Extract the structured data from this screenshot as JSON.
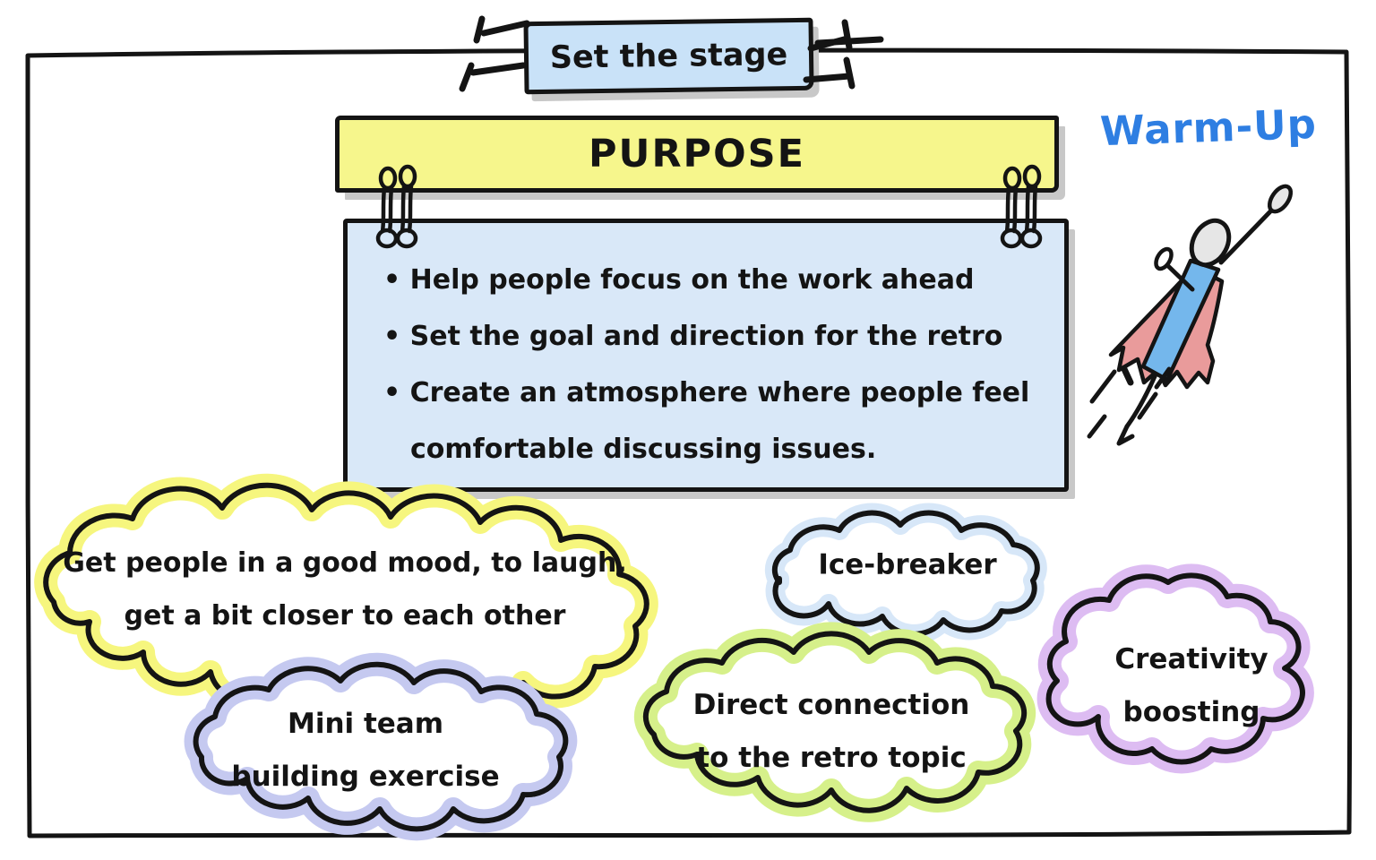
{
  "colors": {
    "outline": "#141414",
    "shadow": "#c8c8c8",
    "stage_banner_bg": "#c9e2f8",
    "purpose_banner_bg": "#f6f68c",
    "note_bg": "#d9e8f8",
    "warmup_text": "#2e7ee2",
    "cloud_yellow": "#f6f67e",
    "cloud_periwinkle": "#c5c9f0",
    "cloud_light_blue": "#d7e7f8",
    "cloud_green": "#d6f08a",
    "cloud_purple": "#ddbcf2",
    "hero_cape": "#e99b9b",
    "hero_shirt": "#74b7ec"
  },
  "stage_banner": {
    "label": "Set the stage"
  },
  "purpose_banner": {
    "label": "PURPOSE"
  },
  "purpose_note": {
    "bullets": [
      "• Help people focus on the work ahead",
      "• Set the goal and direction for the retro",
      "• Create an atmosphere where people feel comfortable discussing issues."
    ]
  },
  "warmup": {
    "label": "Warm-Up"
  },
  "clouds": [
    {
      "id": "good-mood",
      "label": "Get people in a good mood, to laugh,\nget a bit closer to each other",
      "highlight": "#f6f67e"
    },
    {
      "id": "mini-team",
      "label": "Mini team\nbuilding exercise",
      "highlight": "#c5c9f0"
    },
    {
      "id": "ice-breaker",
      "label": "Ice-breaker",
      "highlight": "#d7e7f8"
    },
    {
      "id": "direct-connection",
      "label": "Direct connection\nto the retro topic",
      "highlight": "#d6f08a"
    },
    {
      "id": "creativity-boosting",
      "label": "Creativity\nboosting",
      "highlight": "#ddbcf2"
    }
  ],
  "icons": {
    "superhero": "flying-superhero-icon",
    "pins": "thread-pin-icon",
    "tacks": "tack-stitch-icon"
  }
}
